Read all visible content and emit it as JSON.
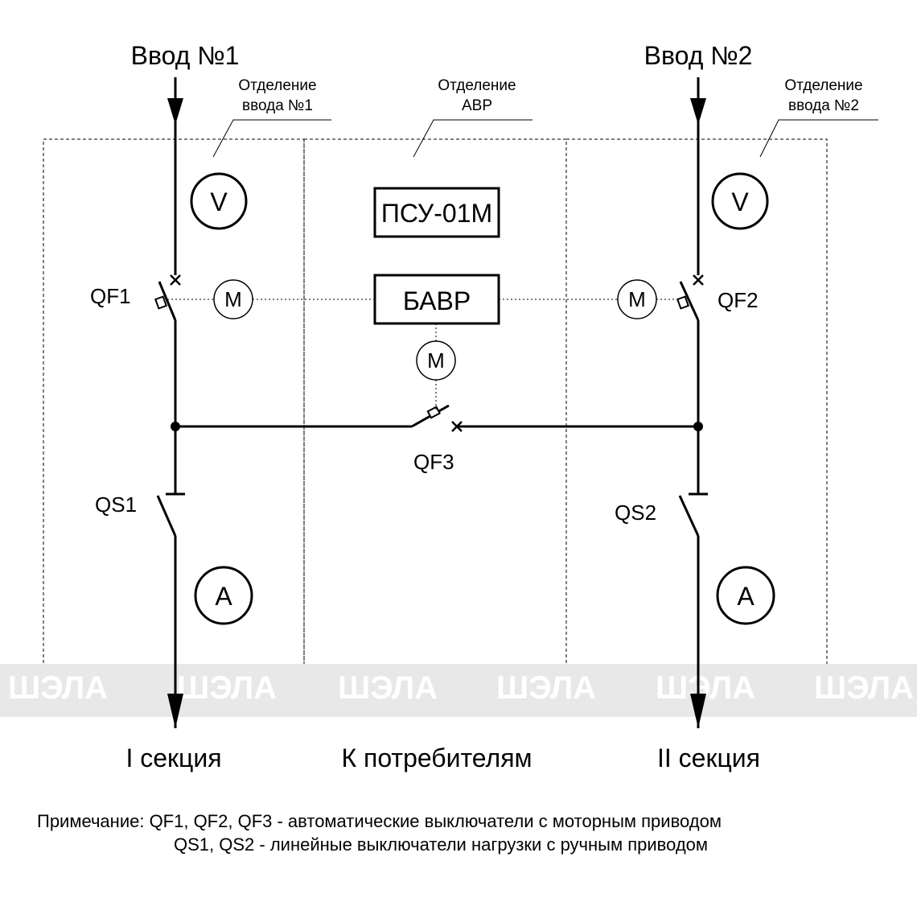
{
  "inputs": {
    "input1": "Ввод №1",
    "input2": "Ввод №2"
  },
  "compartments": {
    "input1": [
      "Отделение",
      "ввода №1"
    ],
    "avr": [
      "Отделение",
      "АВР"
    ],
    "input2": [
      "Отделение",
      "ввода №2"
    ]
  },
  "devices": {
    "psu": "ПСУ-01М",
    "bavr": "БАВР",
    "voltmeter": "V",
    "ammeter": "A",
    "motor": "M"
  },
  "switches": {
    "qf1": "QF1",
    "qf2": "QF2",
    "qf3": "QF3",
    "qs1": "QS1",
    "qs2": "QS2"
  },
  "outputs": {
    "section1": "I секция",
    "consumers": "К потребителям",
    "section2": "II секция"
  },
  "note": {
    "line1": "Примечание: QF1, QF2, QF3 - автоматические выключатели с моторным приводом",
    "line2": "QS1, QS2 - линейные выключатели нагрузки с ручным приводом"
  },
  "watermark": {
    "text": "ШЭЛА",
    "band_color": "#e8e8e8"
  }
}
